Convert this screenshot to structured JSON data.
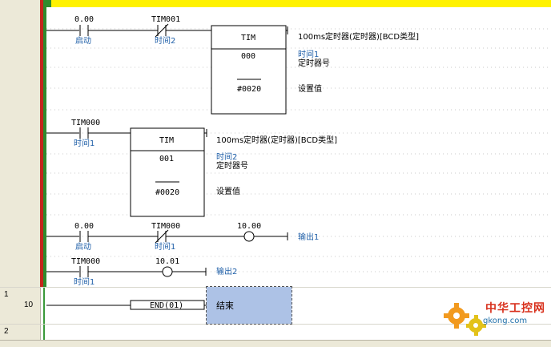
{
  "rung1": {
    "c1": {
      "addr": "0.00",
      "cmt": "启动"
    },
    "c2": {
      "addr": "TIM001",
      "cmt": "时间2"
    },
    "blk": {
      "name": "TIM",
      "num": "000",
      "set": "#0020"
    },
    "desc": "100ms定时器(定时器)[BCD类型]",
    "numcmt": "时间1",
    "numlabel": "定时器号",
    "setlabel": "设置值"
  },
  "rung2": {
    "c1": {
      "addr": "TIM000",
      "cmt": "时间1"
    },
    "blk": {
      "name": "TIM",
      "num": "001",
      "set": "#0020"
    },
    "desc": "100ms定时器(定时器)[BCD类型]",
    "numcmt": "时间2",
    "numlabel": "定时器号",
    "setlabel": "设置值"
  },
  "rung3": {
    "c1": {
      "addr": "0.00",
      "cmt": "启动"
    },
    "c2": {
      "addr": "TIM000",
      "cmt": "时间1"
    },
    "coil": {
      "addr": "10.00",
      "cmt": "输出1"
    }
  },
  "rung4": {
    "c1": {
      "addr": "TIM000",
      "cmt": "时间1"
    },
    "coil": {
      "addr": "10.01",
      "cmt": "输出2"
    }
  },
  "rung_end": {
    "index": "1",
    "step": "10",
    "instr": "END(01)",
    "cmt": "结束"
  },
  "rung_next": {
    "index": "2"
  },
  "logo": {
    "cn": "中华工控网",
    "url": "gkong.com"
  },
  "colors": {
    "power_rail": "#c4261d",
    "rail_inner": "#2e8b2e",
    "header_bar": "#fff200",
    "comment": "#1f5fa8",
    "selection": "#adc2e6"
  }
}
